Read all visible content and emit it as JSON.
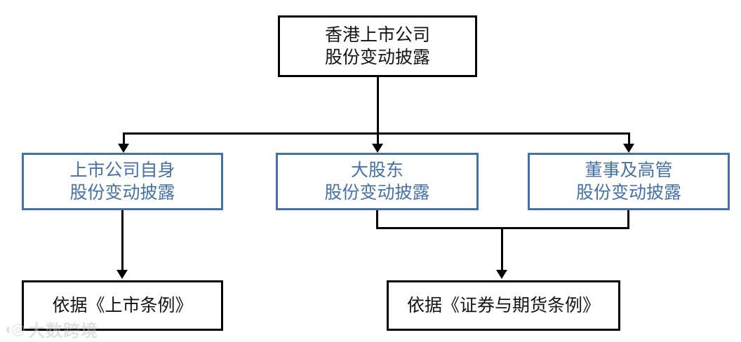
{
  "diagram": {
    "type": "flowchart",
    "orientation": "top-down",
    "colors": {
      "black_border": "#000000",
      "black_text": "#141414",
      "blue_border": "#4472a8",
      "blue_text": "#4472a8",
      "background": "#ffffff",
      "watermark": "#c4c4c4"
    },
    "nodes": {
      "root": {
        "line1": "香港上市公司",
        "line2": "股份变动披露",
        "style": "black"
      },
      "issuer": {
        "line1": "上市公司自身",
        "line2": "股份变动披露",
        "style": "blue"
      },
      "substantial_shareholder": {
        "line1": "大股东",
        "line2": "股份变动披露",
        "style": "blue"
      },
      "directors": {
        "line1": "董事及高管",
        "line2": "股份变动披露",
        "style": "blue"
      },
      "listing_rules": {
        "line1": "依据《上市条例》",
        "style": "black"
      },
      "sfo": {
        "line1": "依据《证券与期货条例》",
        "style": "black"
      }
    },
    "edges": [
      {
        "from": "root",
        "to": "issuer",
        "arrow": "down"
      },
      {
        "from": "root",
        "to": "substantial_shareholder",
        "arrow": "down"
      },
      {
        "from": "root",
        "to": "directors",
        "arrow": "down"
      },
      {
        "from": "issuer",
        "to": "listing_rules",
        "arrow": "down"
      },
      {
        "from": "substantial_shareholder",
        "to": "sfo",
        "arrow": "down"
      },
      {
        "from": "directors",
        "to": "sfo",
        "arrow": "down"
      }
    ]
  },
  "watermark": {
    "mark": "◖◎",
    "text": "大数跨境"
  }
}
